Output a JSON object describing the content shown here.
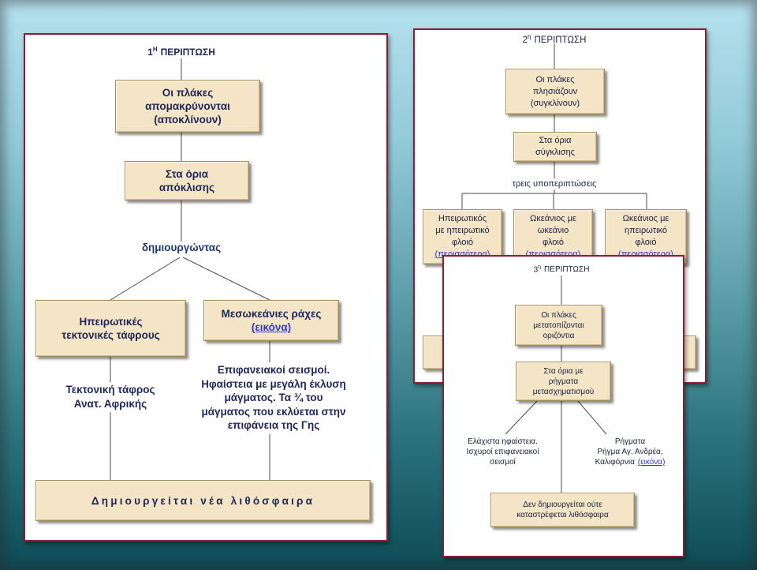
{
  "theme": {
    "panel_border": "#8c1d33",
    "box_fill": "#f4e5c6",
    "text": "#1f2657",
    "link": "#3038c8",
    "background_top": "#b6e1ee",
    "background_bottom": "#0d4b54"
  },
  "case1": {
    "title": {
      "number": "1",
      "sup": "Η",
      "word": "ΠΕΡΙΠΤΩΣΗ"
    },
    "plates_box": [
      "Οι πλάκες",
      "απομακρύνονται",
      "(αποκλίνουν)"
    ],
    "boundary_box": [
      "Στα όρια",
      "απόκλισης"
    ],
    "connector_text": "δημιουργώντας",
    "rift_box": [
      "Ηπειρωτικές",
      "τεκτονικές τάφρους"
    ],
    "ridge_box": {
      "label": "Μεσωκεάνιες ράχες",
      "link": "(εικόνα)"
    },
    "rift_note": [
      "Τεκτονική τάφρος",
      "Ανατ. Αφρικής"
    ],
    "ridge_note": [
      "Επιφανειακοί σεισμοί.",
      "Ηφαίστεια με μεγάλη έκλυση",
      "μάγματος. Τα ¾ του",
      "μάγματος που εκλύεται στην",
      "επιφάνεια της Γης"
    ],
    "result_box": "Δημιουργείται νέα λιθόσφαιρα"
  },
  "case2": {
    "title": {
      "number": "2",
      "sup": "η",
      "word": "ΠΕΡΙΠΤΩΣΗ"
    },
    "plates_box": [
      "Οι πλάκες",
      "πλησιάζουν",
      "(συγκλίνουν)"
    ],
    "boundary_box": [
      "Στα όρια",
      "σύγκλισης"
    ],
    "subcases_text": "τρεις υποπεριπτώσεις",
    "subcases": [
      {
        "lines": [
          "Ηπειρωτικός",
          "με ηπειρωτικό",
          "φλοιό"
        ],
        "link": "(περισσότερα)"
      },
      {
        "lines": [
          "Ωκεάνιος με",
          "ωκεάνιο",
          "φλοιό"
        ],
        "link": "(περισσότερα)"
      },
      {
        "lines": [
          "Ωκεάνιος με",
          "ηπειρωτικό",
          "φλοιό"
        ],
        "link": "(περισσότερα)"
      }
    ]
  },
  "case3": {
    "title": {
      "number": "3",
      "sup": "η",
      "word": "ΠΕΡΙΠΤΩΣΗ"
    },
    "plates_box": [
      "Οι πλάκες",
      "μετατοπίζονται",
      "οριζόντια"
    ],
    "boundary_box": [
      "Στα όρια με",
      "ρήγματα",
      "μετασχηματισμού"
    ],
    "volcano_note": [
      "Ελάχιστα ηφαίστεια.",
      "Ισχυροί επιφανειακοί",
      "σεισμοί"
    ],
    "fault_note": {
      "lines": [
        "Ρήγματα",
        "Ρήγμα Αγ. Ανδρέα,",
        "Καλιφόρνια"
      ],
      "link": "(εικόνα)"
    },
    "result_box": [
      "Δεν δημιουργείται ούτε",
      "καταστρέφεται λιθόσφαιρα"
    ]
  }
}
